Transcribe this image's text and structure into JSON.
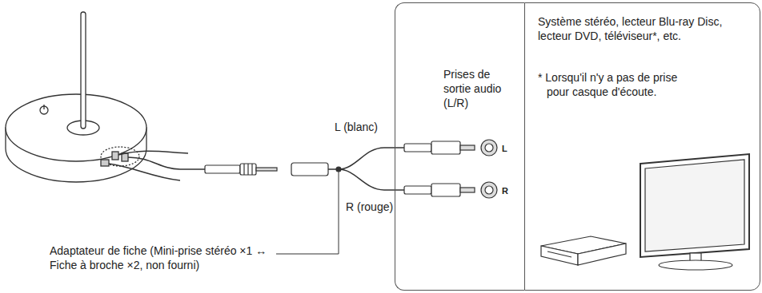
{
  "diagram": {
    "nodes": [
      {
        "text": [
          "Prises de sortie audio (L/R)"
        ]
      },
      {
        "text": [
          "Système stéréo, lecteur Blu-ray Disc, lecteur DVD, téléviseur*, etc.",
          "* Lorsqu'il n'y a pas de prise pour casque d'écoute."
        ]
      }
    ],
    "labels": [
      "L (blanc)",
      "R (rouge)",
      "L",
      "R",
      "Adaptateur de fiche (Mini-prise stéréo ×1 ↔ Fiche à broche ×2, non fourni)"
    ]
  }
}
